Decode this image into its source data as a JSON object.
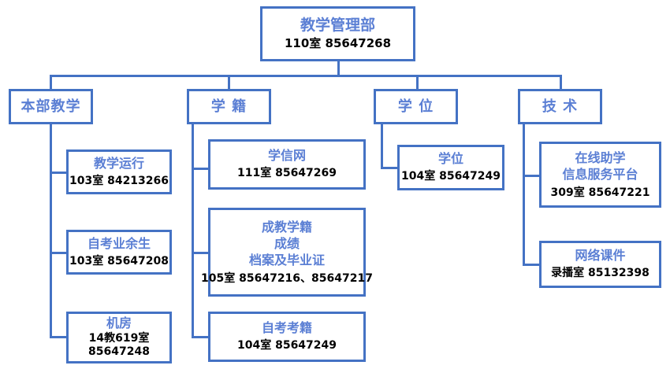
{
  "diagram": {
    "type": "org-chart",
    "title_color": "#5B7FD4",
    "detail_color": "#000000",
    "line_color": "#4472C4",
    "background": "#ffffff"
  },
  "root": {
    "title": "教学管理部",
    "detail": "110室  85647268"
  },
  "branches": [
    {
      "title": "本部教学",
      "children": [
        {
          "title": "教学运行",
          "detail": "103室 84213266"
        },
        {
          "title": "自考业余生",
          "detail": "103室 85647208"
        },
        {
          "title": "机房",
          "detail_lines": [
            "14教619室",
            "85647248"
          ]
        }
      ]
    },
    {
      "title": "学 籍",
      "children": [
        {
          "title": "学信网",
          "detail": "111室  85647269"
        },
        {
          "title_lines": [
            "成教学籍",
            "成绩",
            "档案及毕业证"
          ],
          "detail": "105室 85647216、85647217"
        },
        {
          "title": "自考考籍",
          "detail": "104室  85647249"
        }
      ]
    },
    {
      "title": "学 位",
      "children": [
        {
          "title": "学位",
          "detail": "104室  85647249"
        }
      ]
    },
    {
      "title": "技 术",
      "children": [
        {
          "title_lines": [
            "在线助学",
            "信息服务平台"
          ],
          "detail": "309室  85647221"
        },
        {
          "title": "网络课件",
          "detail": "录播室  85132398"
        }
      ]
    }
  ]
}
